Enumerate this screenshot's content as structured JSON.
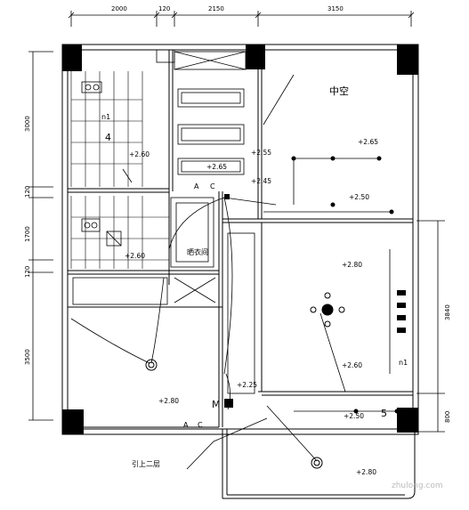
{
  "dimensions_top": [
    "2000",
    "120",
    "2150",
    "3150"
  ],
  "dimensions_left": [
    "3000",
    "120",
    "1700",
    "120",
    "3500"
  ],
  "dimensions_right": [
    "3840",
    "800"
  ],
  "rooms": {
    "void": "中空",
    "laundry": "晒衣间"
  },
  "levels": [
    "+2.60",
    "+2.65",
    "+2.55",
    "+2.65",
    "+2.45",
    "+2.50",
    "+2.60",
    "+2.80",
    "+2.60",
    "+2.80",
    "+2.25",
    "+2.50",
    "+2.80"
  ],
  "section_marks": [
    "n1",
    "4",
    "A",
    "C",
    "A",
    "C",
    "n1",
    "5",
    "M"
  ],
  "note": "引上二层",
  "watermark": "zhulong.com"
}
